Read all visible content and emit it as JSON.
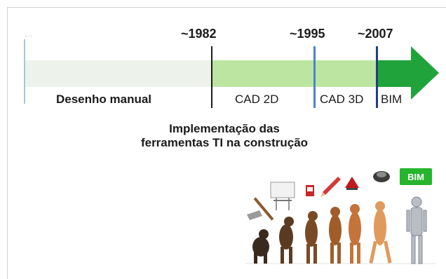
{
  "timeline": {
    "ellipsis": "...",
    "milestones": [
      "~1982",
      "~1995",
      "~2007"
    ],
    "phases": {
      "manual": "Desenho manual",
      "cad2d": "CAD 2D",
      "cad3d": "CAD 3D",
      "bim": "BIM"
    },
    "colors": {
      "arrow": "#21a33b",
      "band_manual": "#edf3ea",
      "band_cad": "#bce5a1",
      "line_1982": "#1a1a1a",
      "line_1995": "#4b84c9",
      "line_2007": "#1f3f80"
    }
  },
  "caption": {
    "line1": "Implementação das",
    "line2": "ferramentas TI na construção"
  },
  "illustration": {
    "badge": "BIM",
    "icons": [
      "hammer-icon",
      "drafting-table-icon",
      "software-box-icon",
      "pencil-icon",
      "autocad-icon",
      "3d-mouse-icon"
    ]
  }
}
